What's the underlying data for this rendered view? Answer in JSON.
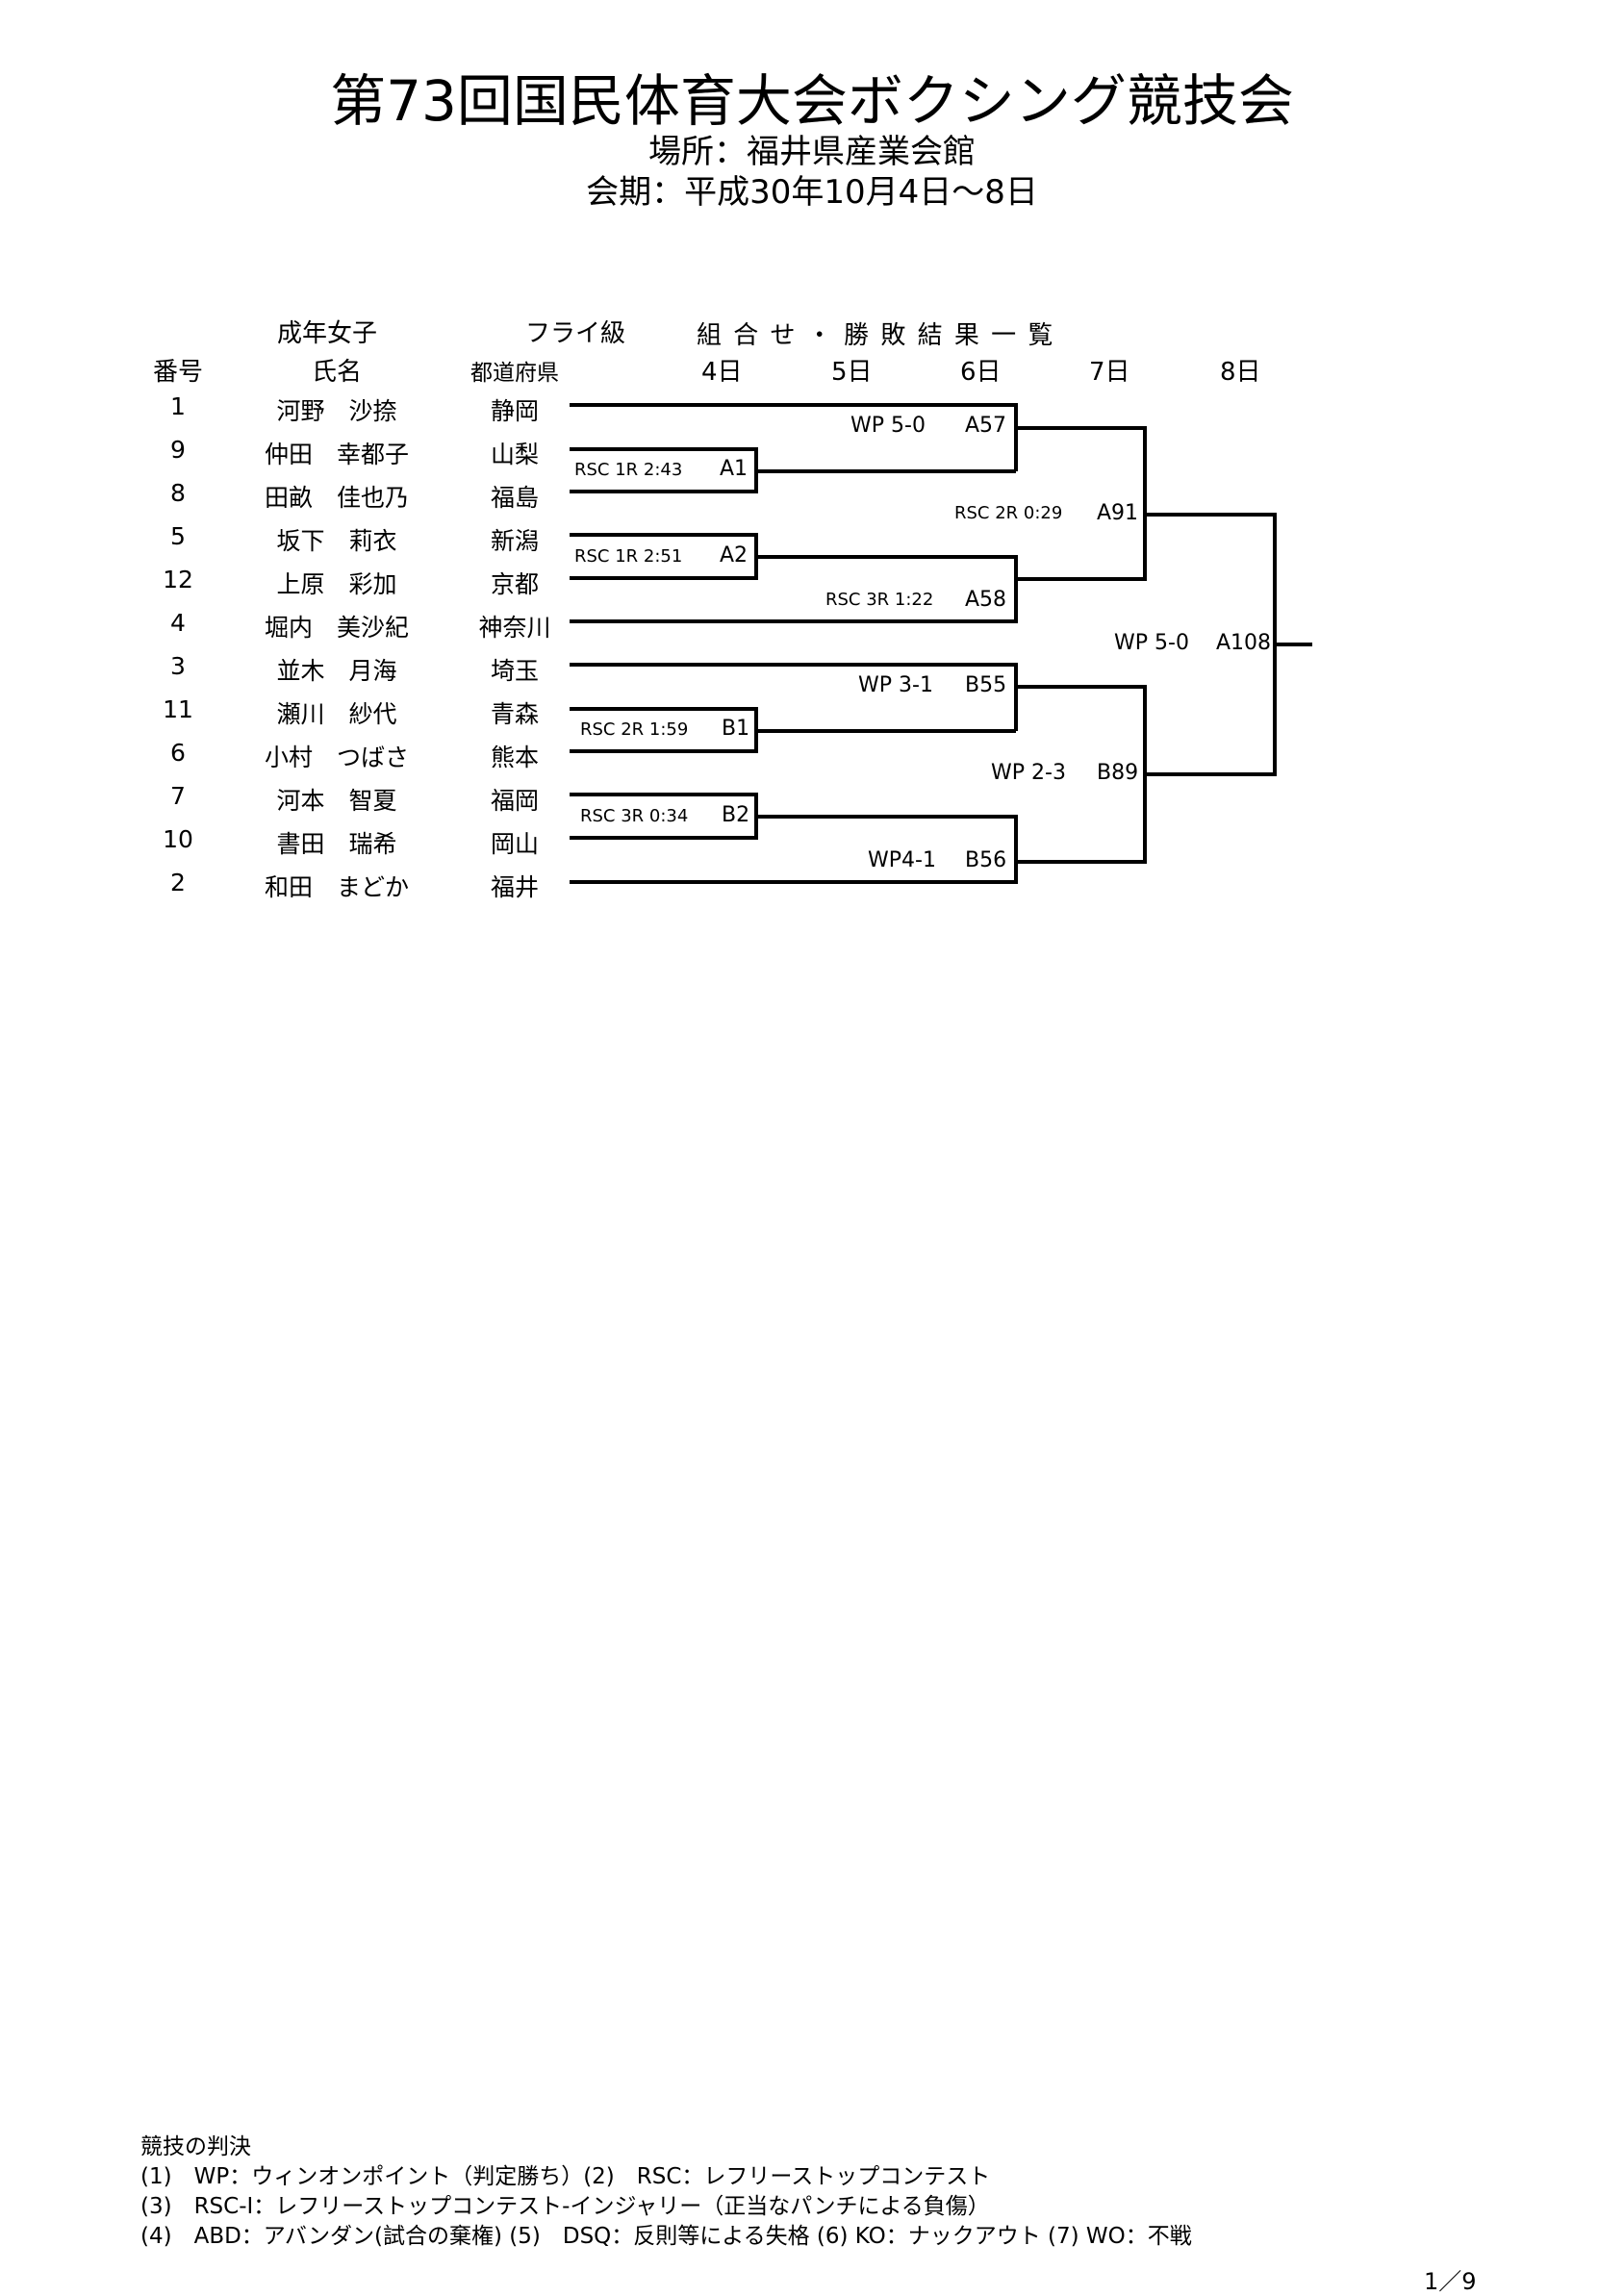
{
  "header": {
    "title": "第73回国民体育大会ボクシング競技会",
    "venue": "場所：福井県産業会館",
    "period": "会期：平成30年10月4日～8日"
  },
  "table_header": {
    "category": "成年女子",
    "weight_class": "フライ級",
    "overview": "組 合 せ ・ 勝 敗 結 果 一 覧",
    "col_number": "番号",
    "col_name": "氏名",
    "col_prefecture": "都道府県",
    "days": [
      "4日",
      "5日",
      "6日",
      "7日",
      "8日"
    ]
  },
  "entries": [
    {
      "number": "1",
      "name": "河野　沙捺",
      "prefecture": "静岡"
    },
    {
      "number": "9",
      "name": "仲田　幸都子",
      "prefecture": "山梨"
    },
    {
      "number": "8",
      "name": "田畝　佳也乃",
      "prefecture": "福島"
    },
    {
      "number": "5",
      "name": "坂下　莉衣",
      "prefecture": "新潟"
    },
    {
      "number": "12",
      "name": "上原　彩加",
      "prefecture": "京都"
    },
    {
      "number": "4",
      "name": "堀内　美沙紀",
      "prefecture": "神奈川"
    },
    {
      "number": "3",
      "name": "並木　月海",
      "prefecture": "埼玉"
    },
    {
      "number": "11",
      "name": "瀬川　紗代",
      "prefecture": "青森"
    },
    {
      "number": "6",
      "name": "小村　つばさ",
      "prefecture": "熊本"
    },
    {
      "number": "7",
      "name": "河本　智夏",
      "prefecture": "福岡"
    },
    {
      "number": "10",
      "name": "書田　瑞希",
      "prefecture": "岡山"
    },
    {
      "number": "2",
      "name": "和田　まどか",
      "prefecture": "福井"
    }
  ],
  "bouts": {
    "A1": {
      "id": "A1",
      "result": "RSC 1R 2:43"
    },
    "A2": {
      "id": "A2",
      "result": "RSC 1R 2:51"
    },
    "B1": {
      "id": "B1",
      "result": "RSC 2R 1:59"
    },
    "B2": {
      "id": "B2",
      "result": "RSC 3R 0:34"
    },
    "A57": {
      "id": "A57",
      "result": "WP 5-0"
    },
    "A58": {
      "id": "A58",
      "result": "RSC 3R 1:22"
    },
    "B55": {
      "id": "B55",
      "result": "WP 3-1"
    },
    "B56": {
      "id": "B56",
      "result": "WP4-1"
    },
    "A91": {
      "id": "A91",
      "result": "RSC 2R 0:29"
    },
    "B89": {
      "id": "B89",
      "result": "WP 2-3"
    },
    "A108": {
      "id": "A108",
      "result": "WP 5-0"
    }
  },
  "legend": {
    "title": "競技の判決",
    "lines": [
      "(1)　WP：ウィンオンポイント（判定勝ち）(2)　RSC：レフリーストップコンテスト",
      "(3)　RSC-I：レフリーストップコンテスト-インジャリー（正当なパンチによる負傷）",
      "(4)　ABD：アバンダン(試合の棄権) (5)　DSQ：反則等による失格 (6) KO：ナックアウト (7) WO：不戦"
    ]
  },
  "page_number": "1／9"
}
